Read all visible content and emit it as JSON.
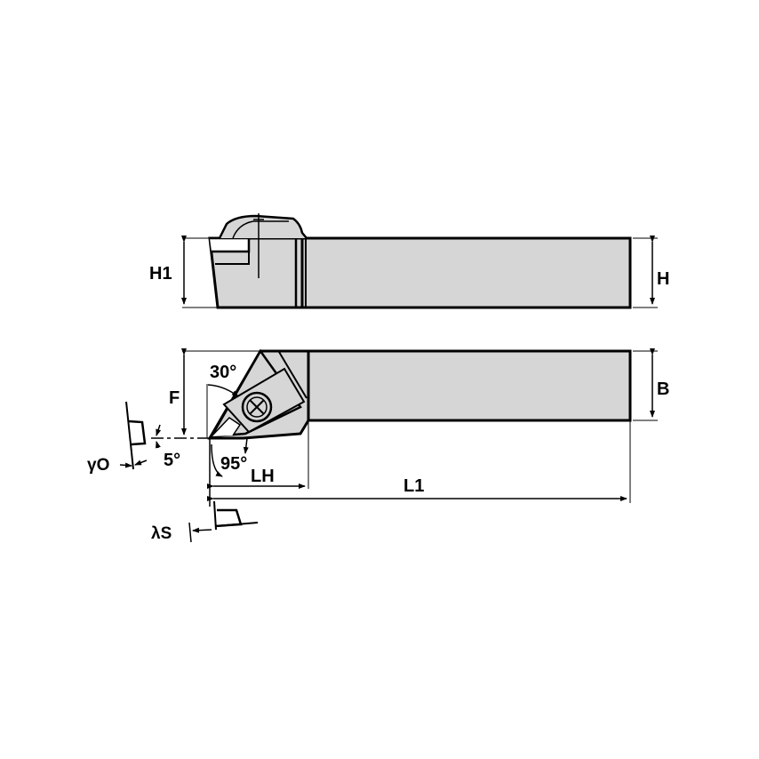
{
  "diagram": {
    "type": "technical-drawing",
    "subject": "turning tool holder",
    "colors": {
      "body_fill": "#d6d6d6",
      "line": "#000000",
      "background": "#ffffff",
      "insert_pocket_fill": "#ffffff"
    },
    "views": {
      "side_view": {
        "dimensions": {
          "H1": "H1",
          "H": "H"
        }
      },
      "top_view": {
        "dimensions": {
          "F": "F",
          "B": "B",
          "LH": "LH",
          "L1": "L1"
        },
        "angles": {
          "insert_angle": "30°",
          "approach_angle": "95°",
          "clearance_angle": "5°"
        },
        "symbols": {
          "rake": "γO",
          "inclination": "λS"
        }
      }
    }
  }
}
